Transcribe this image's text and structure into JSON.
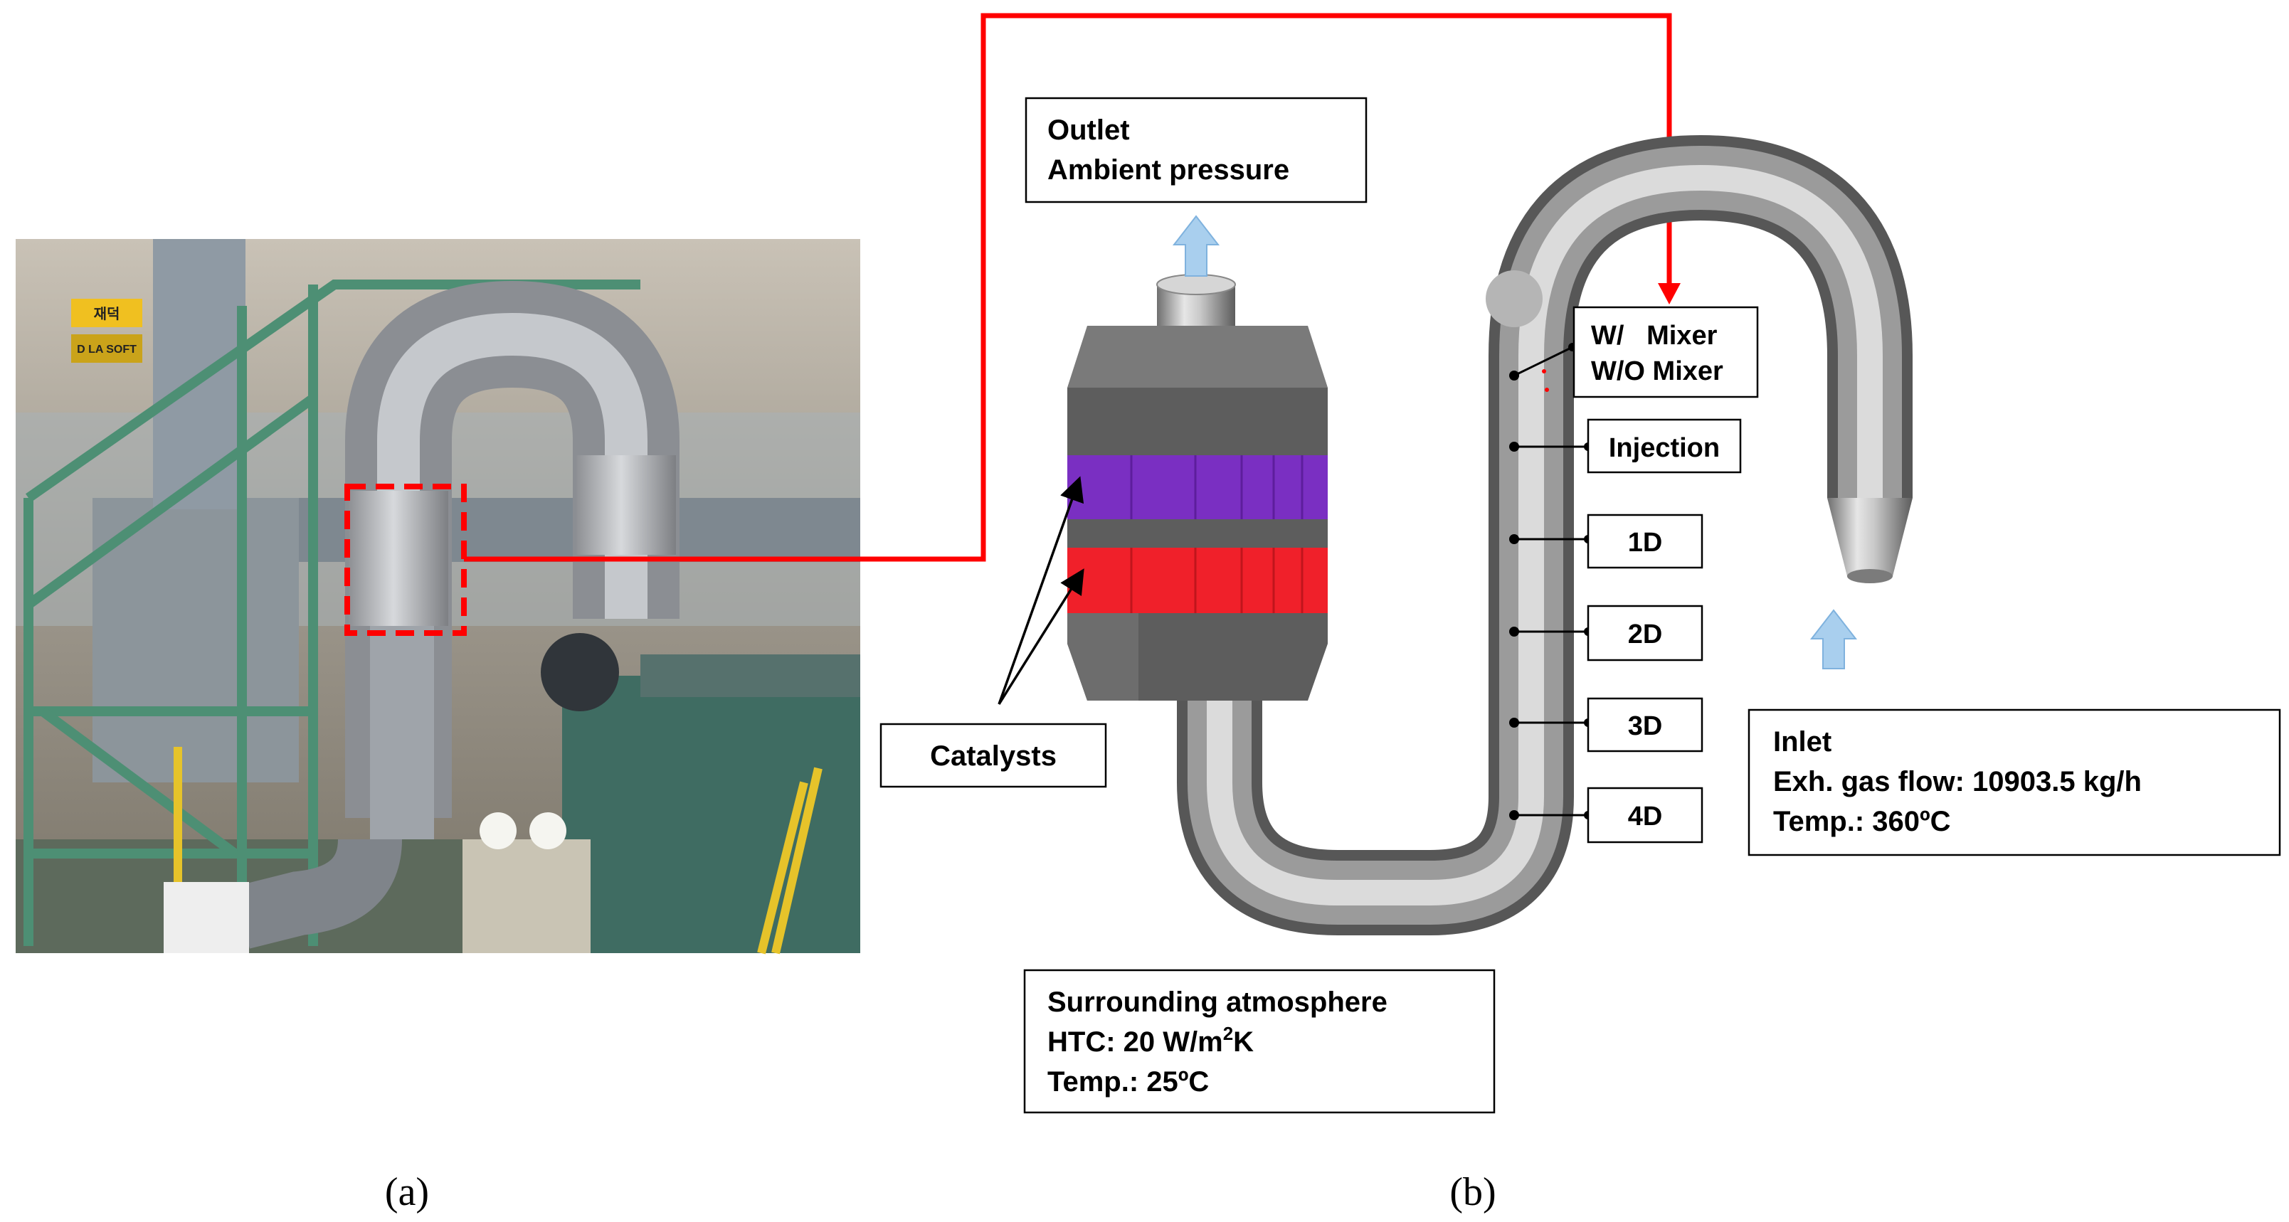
{
  "photo": {
    "sign_texts": [
      "재덕",
      "D LA SOFT"
    ]
  },
  "outlet": {
    "line1": "Outlet",
    "line2": "Ambient pressure"
  },
  "catalysts_label": "Catalysts",
  "mixer": {
    "line1": "W/   Mixer",
    "line2": "W/O Mixer"
  },
  "injection_label": "Injection",
  "positions": [
    "1D",
    "2D",
    "3D",
    "4D"
  ],
  "inlet": {
    "line1": "Inlet",
    "line2": "Exh. gas flow: 10903.5 kg/h",
    "line3": "Temp.: 360ºC"
  },
  "surrounding": {
    "line1": "Surrounding atmosphere",
    "line2_prefix": "HTC: 20 W/m",
    "line2_sup": "2",
    "line2_suffix": "K",
    "line3": "Temp.: 25ºC"
  },
  "captions": {
    "a": "(a)",
    "b": "(b)"
  },
  "colors": {
    "highlight_red": "#ff0000",
    "catalyst_purple": "#7a2fc2",
    "catalyst_red": "#f0202a",
    "housing_gray": "#5d5d5d",
    "flow_arrow": "#a9cfee"
  }
}
